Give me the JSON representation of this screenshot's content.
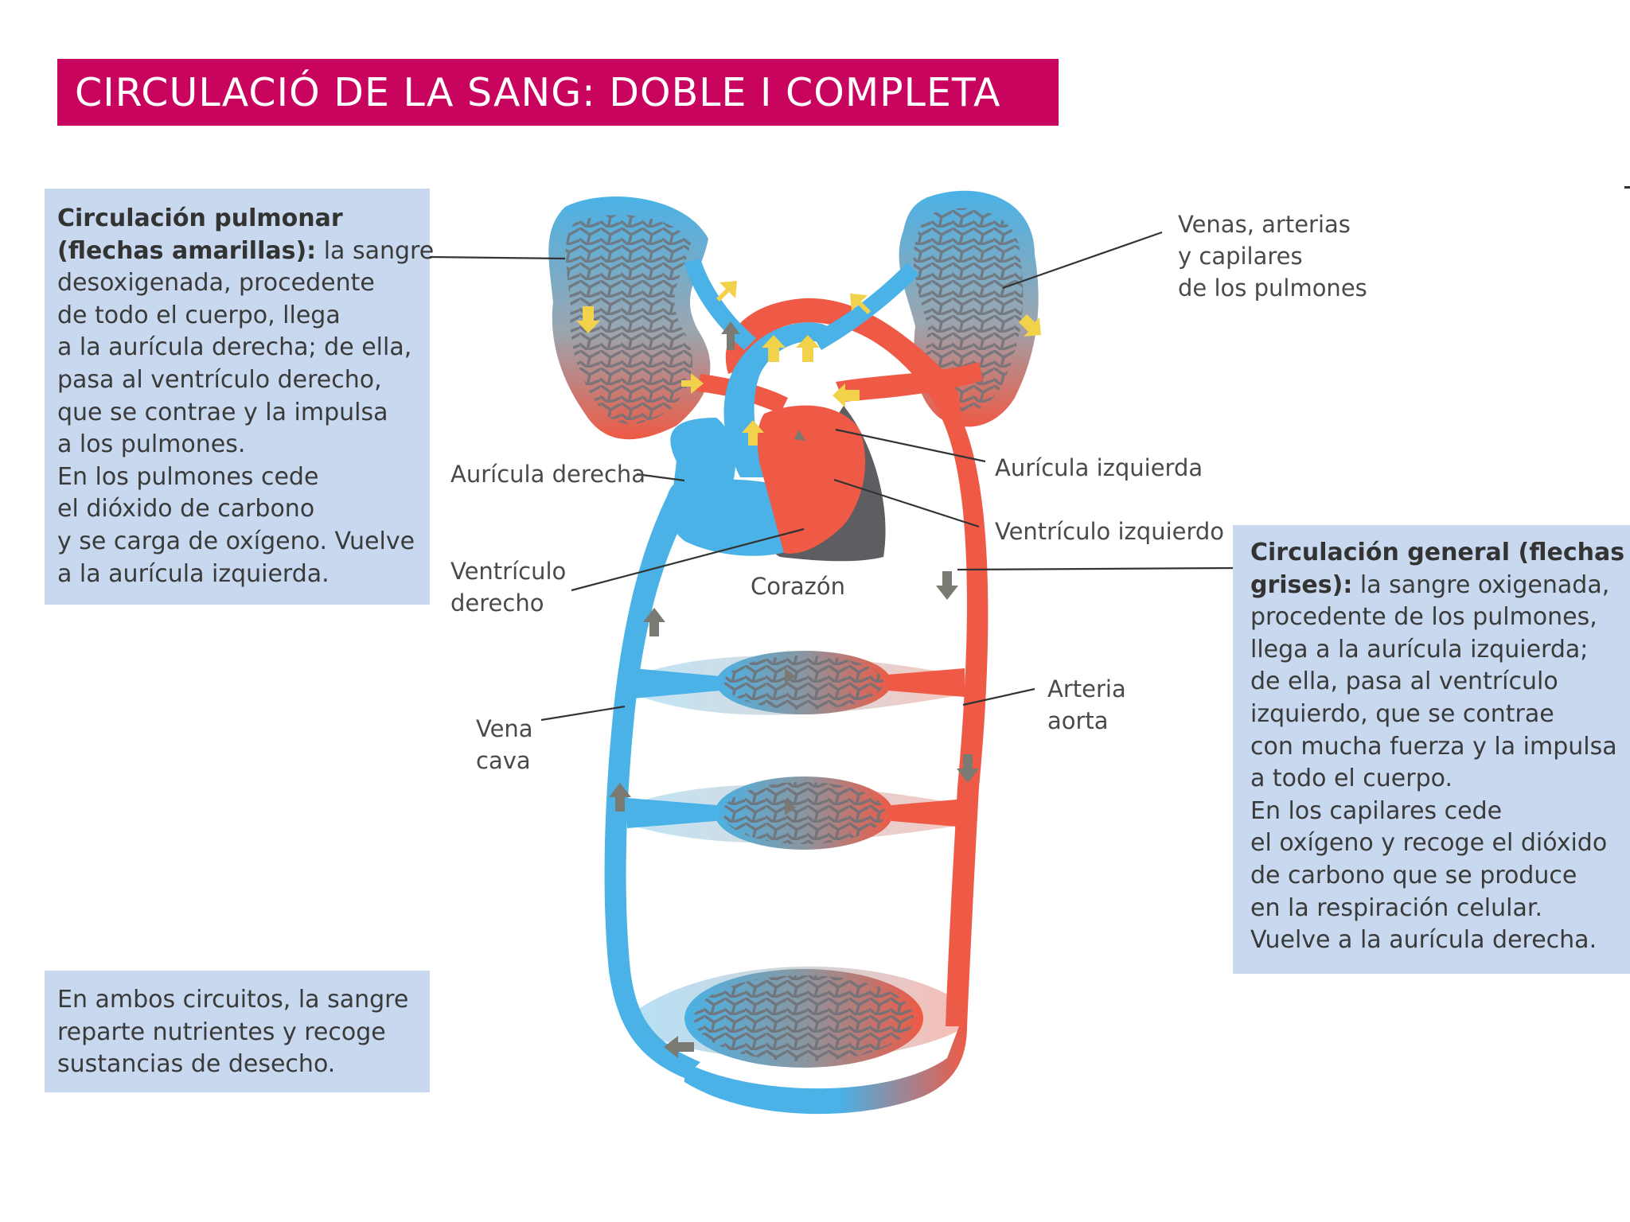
{
  "title": "CIRCULACIÓ DE LA SANG: DOBLE I COMPLETA",
  "colors": {
    "title_background": "#c8045f",
    "info_box_background": "#c8d8ee",
    "deoxygenated_blood": "#4ab2e6",
    "oxygenated_blood": "#ee5a45",
    "heart_shadow": "#5e5e62",
    "pulmonary_arrows": "#f2d24a",
    "systemic_arrows": "#7a7a72"
  },
  "pulmonary_box": {
    "heading_line1": "Circulación pulmonar",
    "heading_line2": "(flechas amarillas):",
    "line2_rest": " la sangre",
    "lines": [
      "desoxigenada, procedente",
      "de todo el cuerpo, llega",
      "a la aurícula derecha; de ella,",
      "pasa al ventrículo derecho,",
      "que se contrae y la impulsa",
      "a los pulmones.",
      "En los pulmones cede",
      "el dióxido de carbono",
      "y se carga de oxígeno. Vuelve",
      "a la aurícula izquierda."
    ]
  },
  "general_box": {
    "heading_line1": "Circulación general (flechas",
    "heading_line2": "grises):",
    "line2_rest": " la sangre oxigenada,",
    "lines": [
      "procedente de los pulmones,",
      "llega a la aurícula izquierda;",
      "de ella, pasa al ventrículo",
      "izquierdo, que se contrae",
      "con mucha fuerza y la impulsa",
      "a todo el cuerpo.",
      "En los capilares cede",
      "el oxígeno y recoge el dióxido",
      "de carbono que se produce",
      "en la respiración celular.",
      "Vuelve a la aurícula derecha."
    ]
  },
  "ambos_box": {
    "lines": [
      "En ambos circuitos, la sangre",
      "reparte nutrientes y recoge",
      "sustancias de desecho."
    ]
  },
  "labels": {
    "pulmones": [
      "Venas, arterias",
      "y capilares",
      "de los pulmones"
    ],
    "auricula_derecha": "Aurícula derecha",
    "auricula_izquierda": "Aurícula izquierda",
    "ventriculo_izquierdo": "Ventrículo izquierdo",
    "ventriculo_derecho": [
      "Ventrículo",
      "derecho"
    ],
    "corazon": "Corazón",
    "vena_cava": [
      "Vena",
      "cava"
    ],
    "arteria_aorta": [
      "Arteria",
      "aorta"
    ]
  }
}
